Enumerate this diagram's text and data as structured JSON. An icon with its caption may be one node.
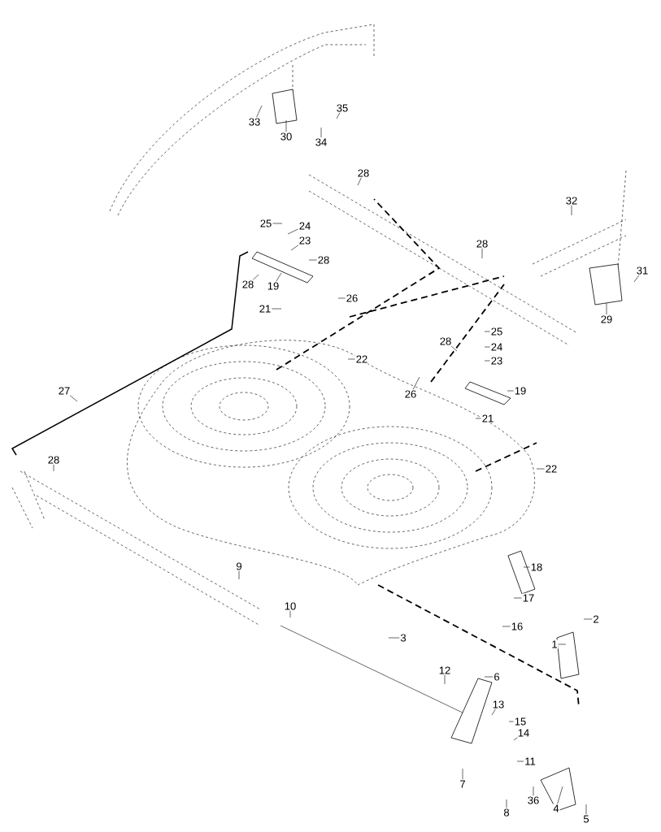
{
  "diagram": {
    "nodes": [
      {
        "text": [
          "33"
        ]
      },
      {
        "text": [
          "30"
        ]
      },
      {
        "text": [
          "34"
        ]
      },
      {
        "text": [
          "35"
        ]
      },
      {
        "text": [
          "28"
        ]
      },
      {
        "text": [
          "32"
        ]
      },
      {
        "text": [
          "31"
        ]
      },
      {
        "text": [
          "29"
        ]
      },
      {
        "text": [
          "25"
        ]
      },
      {
        "text": [
          "24"
        ]
      },
      {
        "text": [
          "23"
        ]
      },
      {
        "text": [
          "28"
        ]
      },
      {
        "text": [
          "28"
        ]
      },
      {
        "text": [
          "19"
        ]
      },
      {
        "text": [
          "26"
        ]
      },
      {
        "text": [
          "21"
        ]
      },
      {
        "text": [
          "28"
        ]
      },
      {
        "text": [
          "25"
        ]
      },
      {
        "text": [
          "28"
        ]
      },
      {
        "text": [
          "24"
        ]
      },
      {
        "text": [
          "23"
        ]
      },
      {
        "text": [
          "22"
        ]
      },
      {
        "text": [
          "26"
        ]
      },
      {
        "text": [
          "19"
        ]
      },
      {
        "text": [
          "21"
        ]
      },
      {
        "text": [
          "27"
        ]
      },
      {
        "text": [
          "28"
        ]
      },
      {
        "text": [
          "22"
        ]
      },
      {
        "text": [
          "9"
        ]
      },
      {
        "text": [
          "10"
        ]
      },
      {
        "text": [
          "18"
        ]
      },
      {
        "text": [
          "17"
        ]
      },
      {
        "text": [
          "2"
        ]
      },
      {
        "text": [
          "16"
        ]
      },
      {
        "text": [
          "3"
        ]
      },
      {
        "text": [
          "1"
        ]
      },
      {
        "text": [
          "12"
        ]
      },
      {
        "text": [
          "6"
        ]
      },
      {
        "text": [
          "13"
        ]
      },
      {
        "text": [
          "15"
        ]
      },
      {
        "text": [
          "14"
        ]
      },
      {
        "text": [
          "11"
        ]
      },
      {
        "text": [
          "7"
        ]
      },
      {
        "text": [
          "8"
        ]
      },
      {
        "text": [
          "36"
        ]
      },
      {
        "text": [
          "4"
        ]
      },
      {
        "text": [
          "5"
        ]
      }
    ],
    "edges": [
      {
        "from": 0,
        "to": null,
        "arrow": "none"
      },
      {
        "from": 1,
        "to": null,
        "arrow": "none"
      },
      {
        "from": 2,
        "to": null,
        "arrow": "none"
      },
      {
        "from": 3,
        "to": null,
        "arrow": "none"
      },
      {
        "from": 4,
        "to": null,
        "arrow": "none"
      },
      {
        "from": 5,
        "to": null,
        "arrow": "none"
      },
      {
        "from": 6,
        "to": null,
        "arrow": "none"
      },
      {
        "from": 7,
        "to": null,
        "arrow": "none"
      },
      {
        "from": 8,
        "to": null,
        "arrow": "none"
      },
      {
        "from": 9,
        "to": null,
        "arrow": "none"
      },
      {
        "from": 10,
        "to": null,
        "arrow": "none"
      },
      {
        "from": 11,
        "to": null,
        "arrow": "none"
      },
      {
        "from": 12,
        "to": null,
        "arrow": "none"
      },
      {
        "from": 13,
        "to": null,
        "arrow": "none"
      },
      {
        "from": 14,
        "to": null,
        "arrow": "none"
      },
      {
        "from": 15,
        "to": null,
        "arrow": "none"
      },
      {
        "from": 16,
        "to": null,
        "arrow": "none"
      },
      {
        "from": 17,
        "to": null,
        "arrow": "none"
      },
      {
        "from": 18,
        "to": null,
        "arrow": "none"
      },
      {
        "from": 19,
        "to": null,
        "arrow": "none"
      },
      {
        "from": 20,
        "to": null,
        "arrow": "none"
      },
      {
        "from": 21,
        "to": null,
        "arrow": "none"
      },
      {
        "from": 22,
        "to": null,
        "arrow": "none"
      },
      {
        "from": 23,
        "to": null,
        "arrow": "none"
      },
      {
        "from": 24,
        "to": null,
        "arrow": "none"
      },
      {
        "from": 25,
        "to": null,
        "arrow": "none"
      },
      {
        "from": 26,
        "to": null,
        "arrow": "none"
      },
      {
        "from": 27,
        "to": null,
        "arrow": "none"
      },
      {
        "from": 28,
        "to": null,
        "arrow": "none"
      },
      {
        "from": 29,
        "to": null,
        "arrow": "none"
      },
      {
        "from": 30,
        "to": null,
        "arrow": "none"
      },
      {
        "from": 31,
        "to": null,
        "arrow": "none"
      },
      {
        "from": 32,
        "to": null,
        "arrow": "none"
      },
      {
        "from": 33,
        "to": null,
        "arrow": "none"
      },
      {
        "from": 34,
        "to": null,
        "arrow": "none"
      },
      {
        "from": 35,
        "to": null,
        "arrow": "none"
      },
      {
        "from": 36,
        "to": null,
        "arrow": "none"
      },
      {
        "from": 37,
        "to": null,
        "arrow": "none"
      },
      {
        "from": 38,
        "to": null,
        "arrow": "none"
      },
      {
        "from": 39,
        "to": null,
        "arrow": "none"
      },
      {
        "from": 40,
        "to": null,
        "arrow": "none"
      },
      {
        "from": 41,
        "to": null,
        "arrow": "none"
      },
      {
        "from": 42,
        "to": null,
        "arrow": "none"
      },
      {
        "from": 43,
        "to": null,
        "arrow": "none"
      },
      {
        "from": 44,
        "to": null,
        "arrow": "none"
      },
      {
        "from": 45,
        "to": null,
        "arrow": "none"
      },
      {
        "from": 46,
        "to": null,
        "arrow": "none"
      }
    ]
  }
}
